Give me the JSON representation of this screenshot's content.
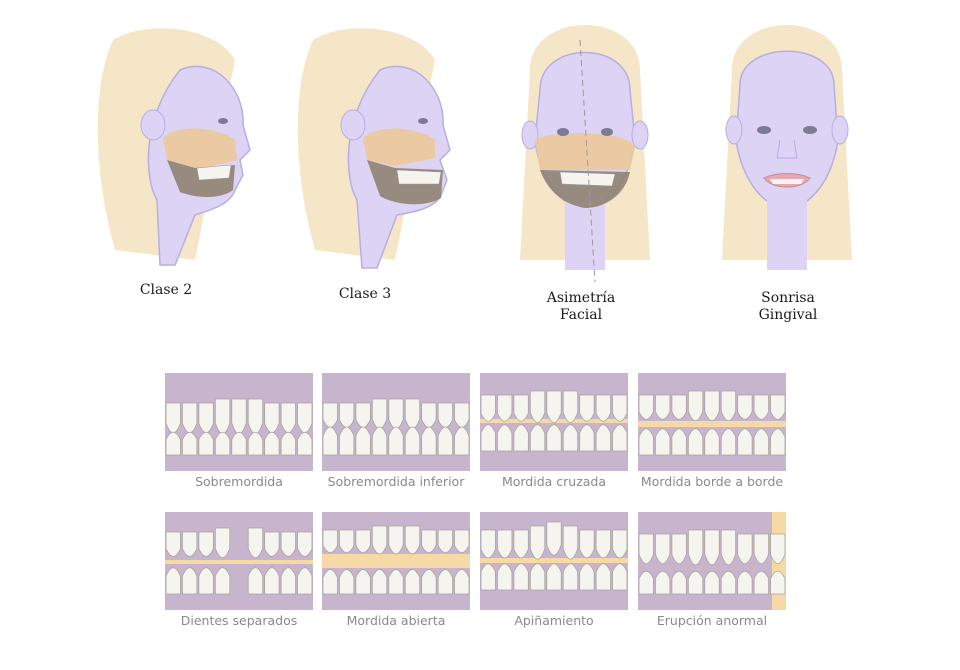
{
  "colors": {
    "skin": "#dcd3f5",
    "skin_edge": "#b9aee0",
    "hair": "#f5e6c8",
    "skull": "#ecc99a",
    "jaw": "#8f8272",
    "gum": "#c6b5cd",
    "gum_dark": "#b09fba",
    "tooth": "#f6f4ee",
    "gap": "#f7d9a6"
  },
  "heads": [
    {
      "id": "clase-2",
      "label": "Clase 2",
      "view": "profile",
      "jaw": "retruded"
    },
    {
      "id": "clase-3",
      "label": "Clase 3",
      "view": "profile",
      "jaw": "protruded"
    },
    {
      "id": "asimetria-facial",
      "label": "Asimetría\nFacial",
      "view": "frontal-skull"
    },
    {
      "id": "sonrisa-gingival",
      "label": "Sonrisa\nGingival",
      "view": "frontal-smile"
    }
  ],
  "tiles": [
    {
      "id": "sobremordida",
      "label": "Sobremordida"
    },
    {
      "id": "sobremordida-inferior",
      "label": "Sobremordida inferior"
    },
    {
      "id": "mordida-cruzada",
      "label": "Mordida cruzada"
    },
    {
      "id": "mordida-borde-a-borde",
      "label": "Mordida borde a borde"
    },
    {
      "id": "dientes-separados",
      "label": "Dientes separados"
    },
    {
      "id": "mordida-abierta",
      "label": "Mordida abierta"
    },
    {
      "id": "apinamiento",
      "label": "Apiñamiento"
    },
    {
      "id": "erupcion-anormal",
      "label": "Erupción anormal"
    }
  ]
}
